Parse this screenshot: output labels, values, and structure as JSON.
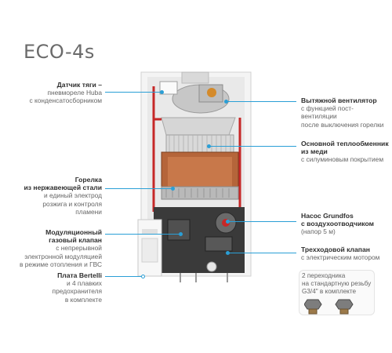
{
  "title": "ECO-4s",
  "callouts_left": [
    {
      "bold": "Датчик тяги –",
      "lines": [
        "пневмореле Huba",
        "с конденсатосборником"
      ]
    },
    {
      "bold": "Горелка",
      "bold2": "из нержавеющей стали",
      "lines": [
        "и единый электрод",
        "розжига и контроля",
        "пламени"
      ]
    },
    {
      "bold": "Модуляционный",
      "bold2": "газовый клапан",
      "lines": [
        "с непрерывной",
        "электронной модуляцией",
        "в режиме отопления и ГВС"
      ]
    },
    {
      "bold": "Плата Bertelli",
      "lines": [
        "и 4 плавких",
        "предохранителя",
        "в комплекте"
      ]
    }
  ],
  "callouts_right": [
    {
      "bold": "Вытяжной вентилятор",
      "lines": [
        "с функцией пост-вентиляции",
        "после выключения горелки"
      ]
    },
    {
      "bold": "Основной теплообменник",
      "bold2": "из меди",
      "lines": [
        "с силуминовым покрытием"
      ]
    },
    {
      "bold": "Насос Grundfos",
      "bold2": "с воздухоотводчиком",
      "lines": [
        "(напор 5 м)"
      ]
    },
    {
      "bold": "Трехходовой клапан",
      "lines": [
        "с электрическим мотором"
      ]
    }
  ],
  "accessory": {
    "lines": [
      "2 переходника",
      "на стандартную резьбу",
      "G3/4\" в комплекте"
    ]
  },
  "colors": {
    "accent": "#2a9fd6",
    "boiler_body": "#f2f2f2",
    "heat_exchanger": "#b5653a",
    "pipe_red": "#c62828"
  }
}
